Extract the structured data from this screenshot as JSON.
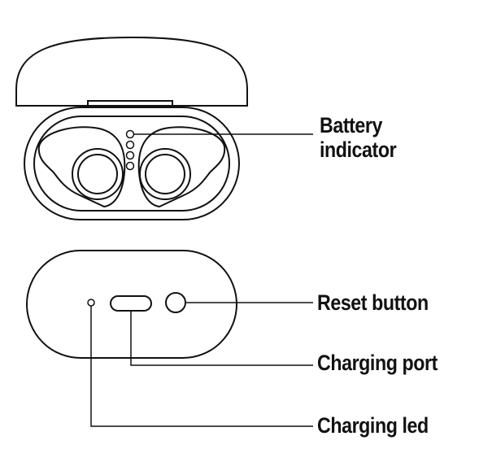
{
  "labels": {
    "battery_line1": "Battery",
    "battery_line2": "indicator",
    "reset": "Reset button",
    "port": "Charging port",
    "led": "Charging led"
  },
  "icons": {
    "case_open": "earbud-case-open-icon",
    "case_back": "earbud-case-back-icon"
  },
  "colors": {
    "line": "#111111",
    "background": "#ffffff"
  }
}
